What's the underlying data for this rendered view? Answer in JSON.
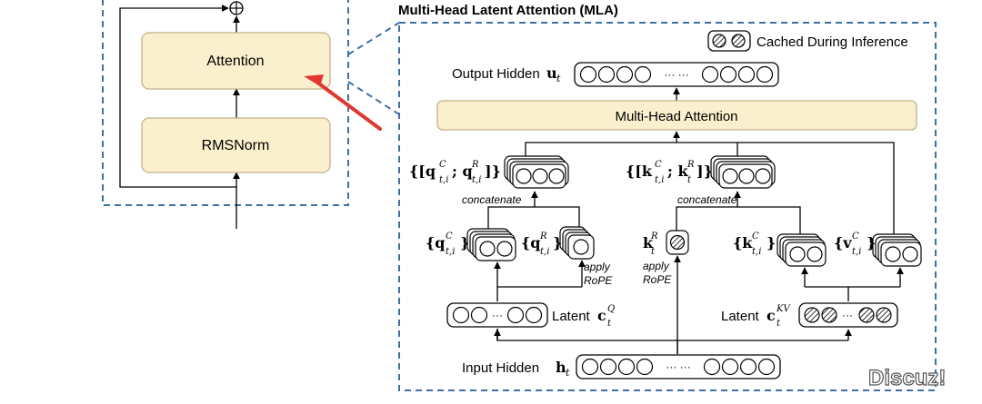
{
  "transformer_block": {
    "attention_label": "Attention",
    "rmsnorm_label": "RMSNorm",
    "residual_symbol": "⊕"
  },
  "mla": {
    "title": "Multi-Head Latent Attention (MLA)",
    "legend_label": "Cached During Inference",
    "output_label": "Output Hidden",
    "output_symbol": "u",
    "output_sub": "t",
    "mha_label": "Multi-Head Attention",
    "q_concat_label": "{[q",
    "k_concat_label": "{[k",
    "concatenate_label": "concatenate",
    "qc_label": "{q",
    "qr_label": "{q",
    "kr_label": "k",
    "kc_label": "{k",
    "vc_label": "{v",
    "apply_rope_1": "apply",
    "apply_rope_2": "RoPE",
    "latent_label": "Latent",
    "latent_q_symbol": "c",
    "latent_q_sup": "Q",
    "latent_kv_symbol": "c",
    "latent_kv_sup": "KV",
    "input_label": "Input Hidden",
    "input_symbol": "h",
    "input_sub": "t",
    "sub_ti": "t,i",
    "sub_t": "t",
    "sup_c": "C",
    "sup_r": "R",
    "ellipsis": "··· ···",
    "ellipsis_short": "···"
  },
  "watermark": {
    "text": "Discuz!"
  },
  "colors": {
    "box_fill": "#fbf0cd",
    "box_stroke": "#c8b98a",
    "dash": "#3f6fa3",
    "arrow_red": "#e0382f"
  }
}
